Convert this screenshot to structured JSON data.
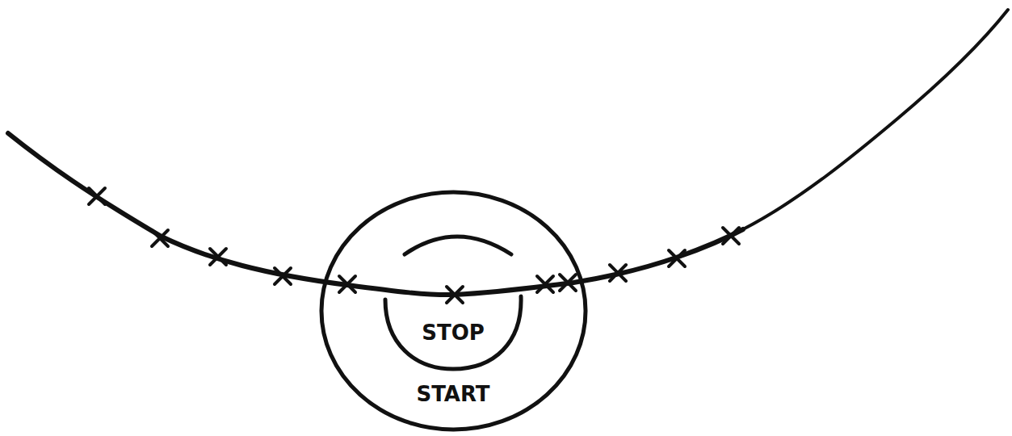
{
  "diagram": {
    "nodes": [
      {
        "text": [
          "START"
        ]
      },
      {
        "text": [
          "STOP"
        ],
        "in": 0
      }
    ]
  }
}
